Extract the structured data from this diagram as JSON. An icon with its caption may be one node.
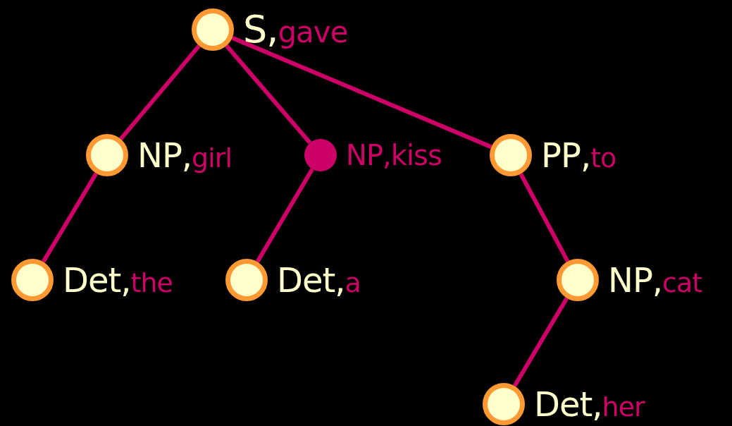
{
  "diagram": {
    "nodes": [
      {
        "text": [
          "S,",
          "gave"
        ]
      },
      {
        "text": [
          "NP,",
          "girl"
        ]
      },
      {
        "text": [
          "NP,",
          "kiss"
        ]
      },
      {
        "text": [
          "PP,",
          "to"
        ]
      },
      {
        "text": [
          "Det,",
          "the"
        ]
      },
      {
        "text": [
          "Det,",
          "a"
        ]
      },
      {
        "text": [
          "NP,",
          "cat"
        ]
      },
      {
        "text": [
          "Det,",
          "her"
        ]
      }
    ],
    "edges": [
      {
        "from": 0,
        "to": 1,
        "arrow": "none"
      },
      {
        "from": 0,
        "to": 2,
        "arrow": "none"
      },
      {
        "from": 0,
        "to": 3,
        "arrow": "none"
      },
      {
        "from": 1,
        "to": 4,
        "arrow": "none"
      },
      {
        "from": 2,
        "to": 5,
        "arrow": "none"
      },
      {
        "from": 3,
        "to": 6,
        "arrow": "none"
      },
      {
        "from": 6,
        "to": 7,
        "arrow": "none"
      }
    ]
  }
}
